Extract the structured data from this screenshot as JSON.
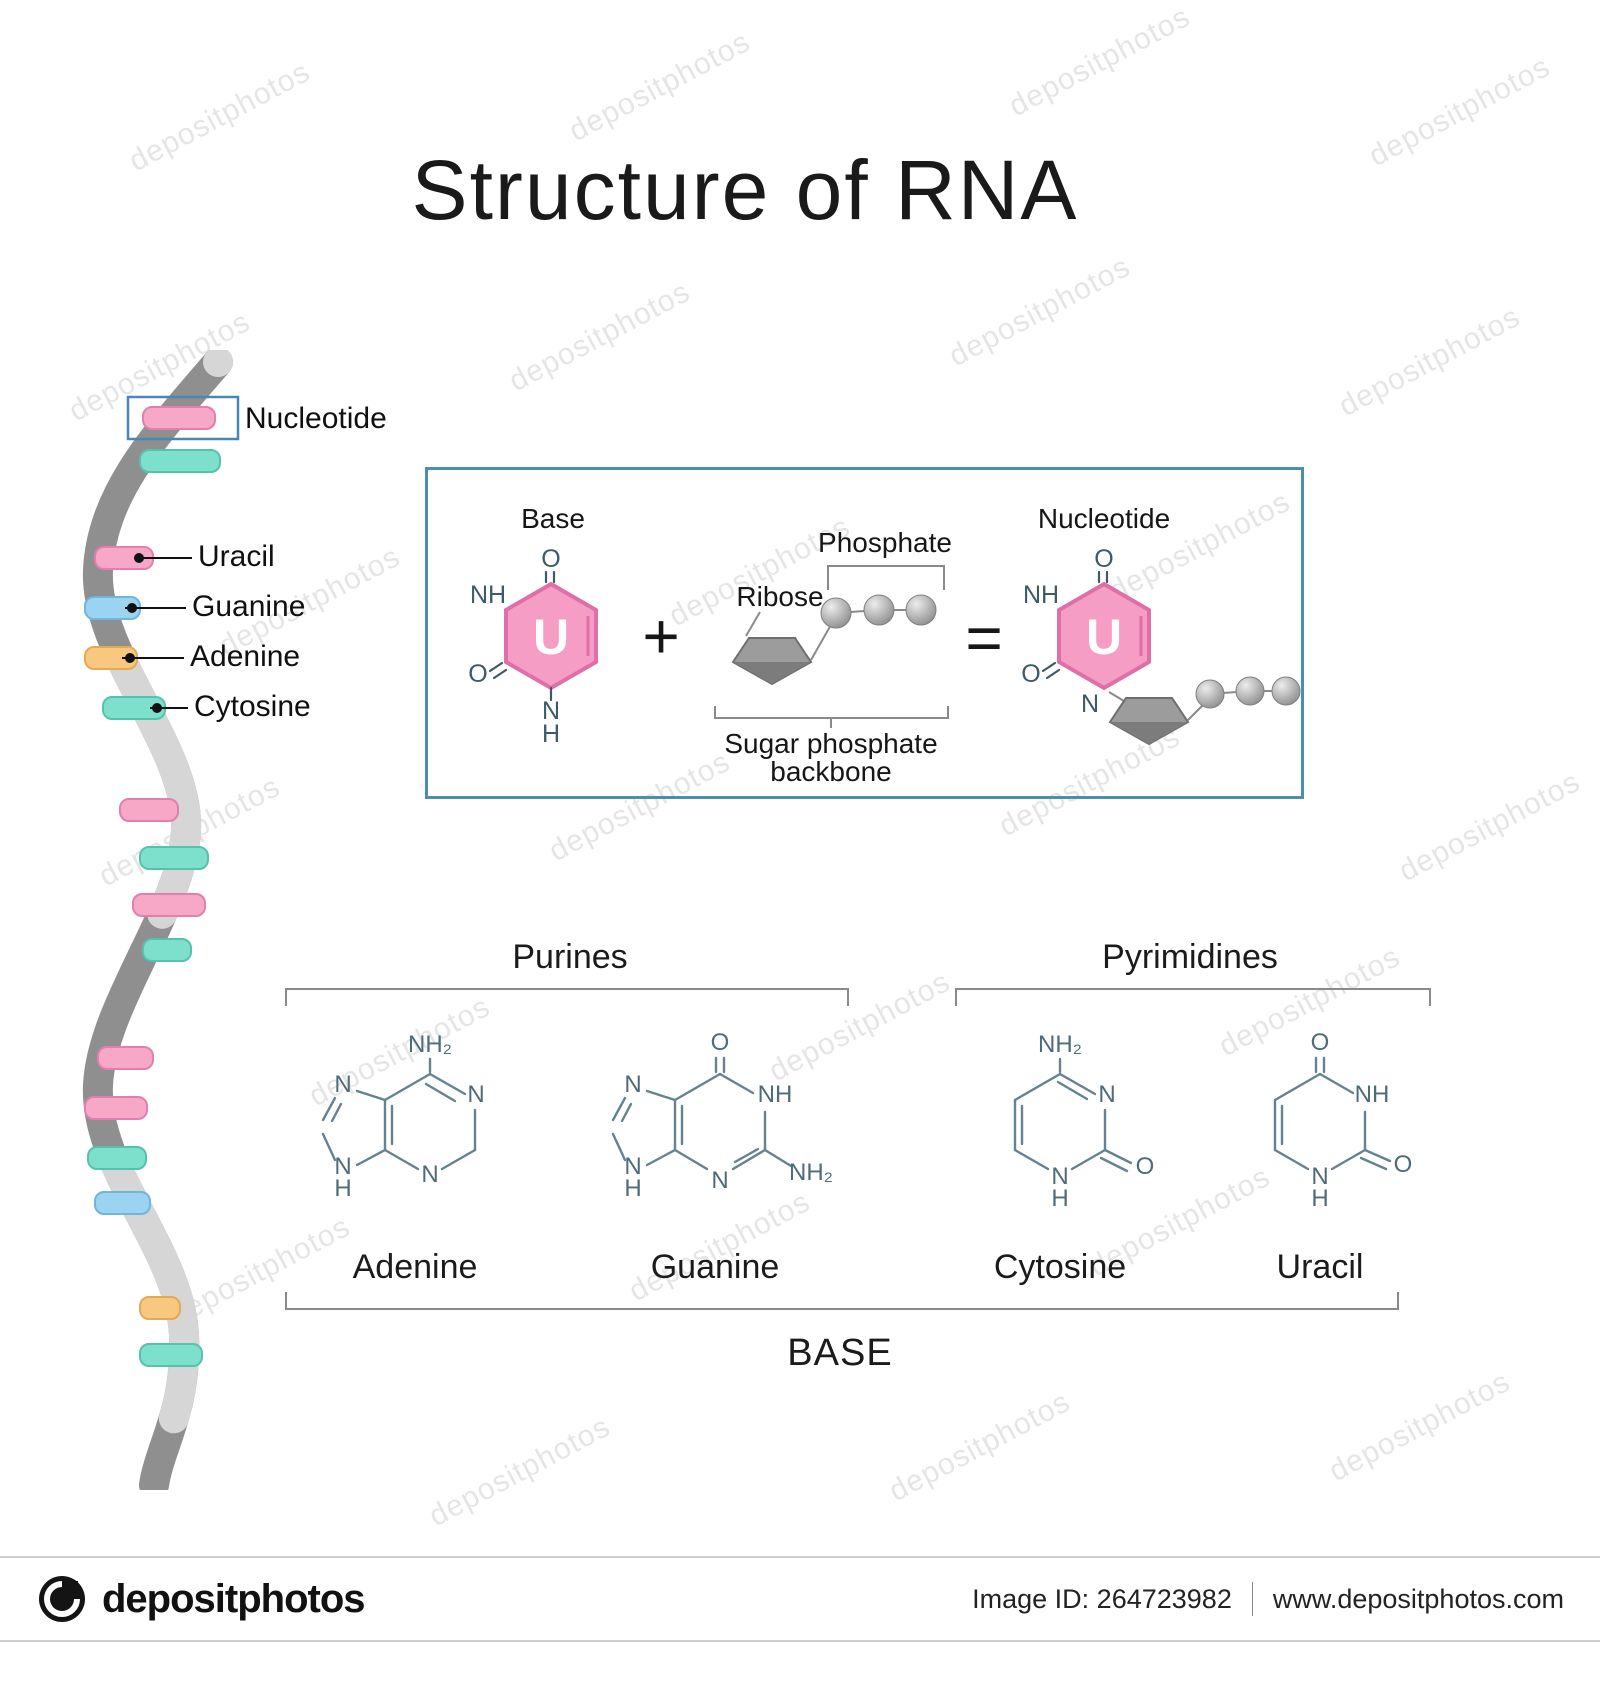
{
  "title": "Structure of RNA",
  "watermark": {
    "text": "depositphotos"
  },
  "helix": {
    "nucleotide_label": "Nucleotide",
    "base_labels": [
      "Uracil",
      "Guanine",
      "Adenine",
      "Cytosine"
    ]
  },
  "nucleotide_box": {
    "base_title": "Base",
    "ribose_label": "Ribose",
    "phosphate_label": "Phosphate",
    "backbone_label_line1": "Sugar phosphate",
    "backbone_label_line2": "backbone",
    "nucleotide_title": "Nucleotide",
    "plus_sign": "+",
    "equals_sign": "=",
    "base_atoms": {
      "o_top": "O",
      "nh": "NH",
      "o_left": "O",
      "n": "N",
      "h": "H",
      "u": "U"
    }
  },
  "bases": {
    "purines_label": "Purines",
    "pyrimidines_label": "Pyrimidines",
    "base_label": "BASE",
    "adenine": {
      "name": "Adenine",
      "labels": {
        "amine": "NH₂",
        "n1": "N",
        "n3": "N",
        "n7": "N",
        "n9": "N",
        "h9": "H"
      }
    },
    "guanine": {
      "name": "Guanine",
      "labels": {
        "o": "O",
        "nh": "NH",
        "amine": "NH₂",
        "n3": "N",
        "n7": "N",
        "n9": "N",
        "h9": "H"
      }
    },
    "cytosine": {
      "name": "Cytosine",
      "labels": {
        "amine": "NH₂",
        "n3": "N",
        "o": "O",
        "n1": "N",
        "h1": "H"
      }
    },
    "uracil": {
      "name": "Uracil",
      "labels": {
        "o4": "O",
        "nh": "NH",
        "o2": "O",
        "n1": "N",
        "h1": "H"
      }
    }
  },
  "footer": {
    "brand": "depositphotos",
    "image_id": "Image ID: 264723982",
    "site": "www.depositphotos.com"
  },
  "colors": {
    "pink": "#F7A8C6",
    "teal": "#7CE0CD",
    "blue": "#9AD4F0",
    "orange": "#F8C880",
    "ribbon_dark": "#8F8F8F",
    "ribbon_light": "#D6D6D6",
    "box_border": "#4A8FAE",
    "formula_stroke": "#64828F"
  }
}
